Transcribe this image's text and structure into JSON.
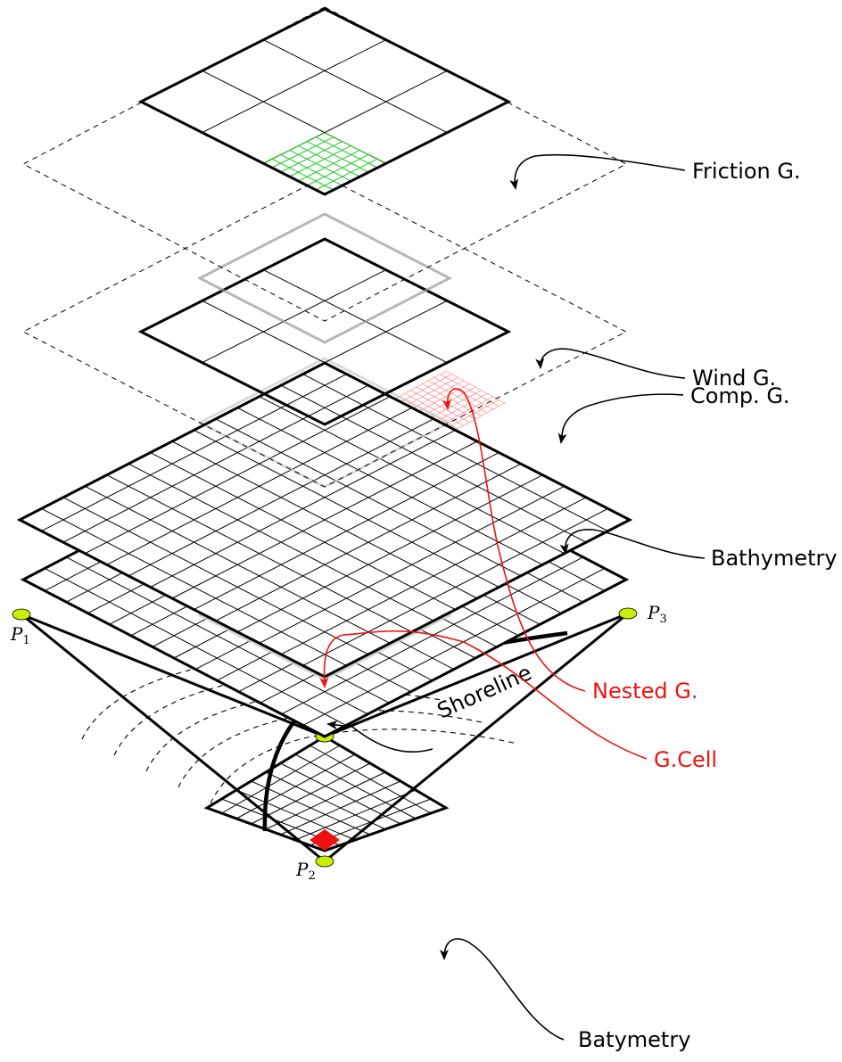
{
  "labels": {
    "friction": "Friction G.",
    "wind": "Wind G.",
    "bathymetry": "Bathymetry",
    "comp": "Comp. G.",
    "nested": "Nested G.",
    "gcell": "G.Cell",
    "batymetry": "Batymetry",
    "shoreline": "Shoreline"
  },
  "points": {
    "p1": "P",
    "p1_sub": "1",
    "p2": "P",
    "p2_sub": "2",
    "p3": "P",
    "p3_sub": "3"
  },
  "layers": [
    {
      "name": "Friction G.",
      "grid_divisions": 3,
      "style": "solid",
      "fine_patch_color": "#22cc22"
    },
    {
      "name": "Wind G.",
      "grid_divisions": 3,
      "style": "solid"
    },
    {
      "name": "Bathymetry",
      "grid_divisions": 12,
      "style": "solid"
    },
    {
      "name": "Comp. G.",
      "grid_divisions": 12,
      "style": "solid",
      "nested_patch_color": "#ff6666"
    },
    {
      "name": "Batymetry",
      "style": "solid",
      "contours": "dashed"
    }
  ],
  "colors": {
    "line": "#000000",
    "nested": "#ee1111",
    "friction_patch": "#22cc22",
    "point_marker": "#c6f000"
  }
}
